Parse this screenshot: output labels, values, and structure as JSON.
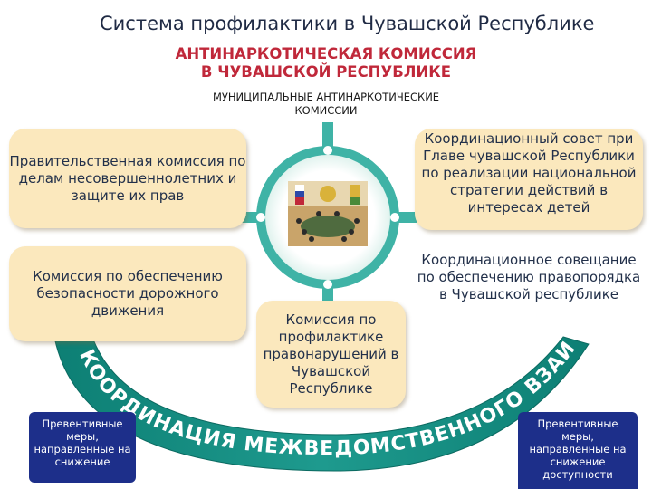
{
  "title": "Система профилактики в Чувашской Республике",
  "commission": {
    "line1": "АНТИНАРКОТИЧЕСКАЯ КОМИССИЯ",
    "line2": "В ЧУВАШСКОЙ РЕСПУБЛИКЕ"
  },
  "municipal": {
    "line1": "МУНИЦИПАЛЬНЫЕ АНТИНАРКОТИЧЕСКИЕ",
    "line2": "КОМИССИИ"
  },
  "boxes": {
    "gov_commission": "Правительственная комиссия по делам несовершеннолетних и защите их прав",
    "road_safety": "Комиссия по обеспечению безопасности дорожного движения",
    "offense_prevention": "Комиссия по профилактике правонарушений в Чувашской Республике",
    "coord_council": "Координационный совет при Главе чувашской Республики по реализации национальной стратегии действий в интересах детей",
    "coord_meeting": "Координационное совещание по обеспечению правопорядка в Чувашской республике"
  },
  "arc_text": "КООРДИНАЦИЯ МЕЖВЕДОМСТВЕННОГО ВЗАИМОДЕЙСТВИЯ",
  "corners": {
    "left": "Превентивные меры, направленные на снижение",
    "right": "Превентивные меры, направленные на снижение доступности"
  },
  "colors": {
    "box_fill": "#fbe8bd",
    "accent_red": "#c0283a",
    "hub_teal": "#3fb3a6",
    "arc_dark": "#0d7f74",
    "corner_blue": "#1d2f8a"
  }
}
